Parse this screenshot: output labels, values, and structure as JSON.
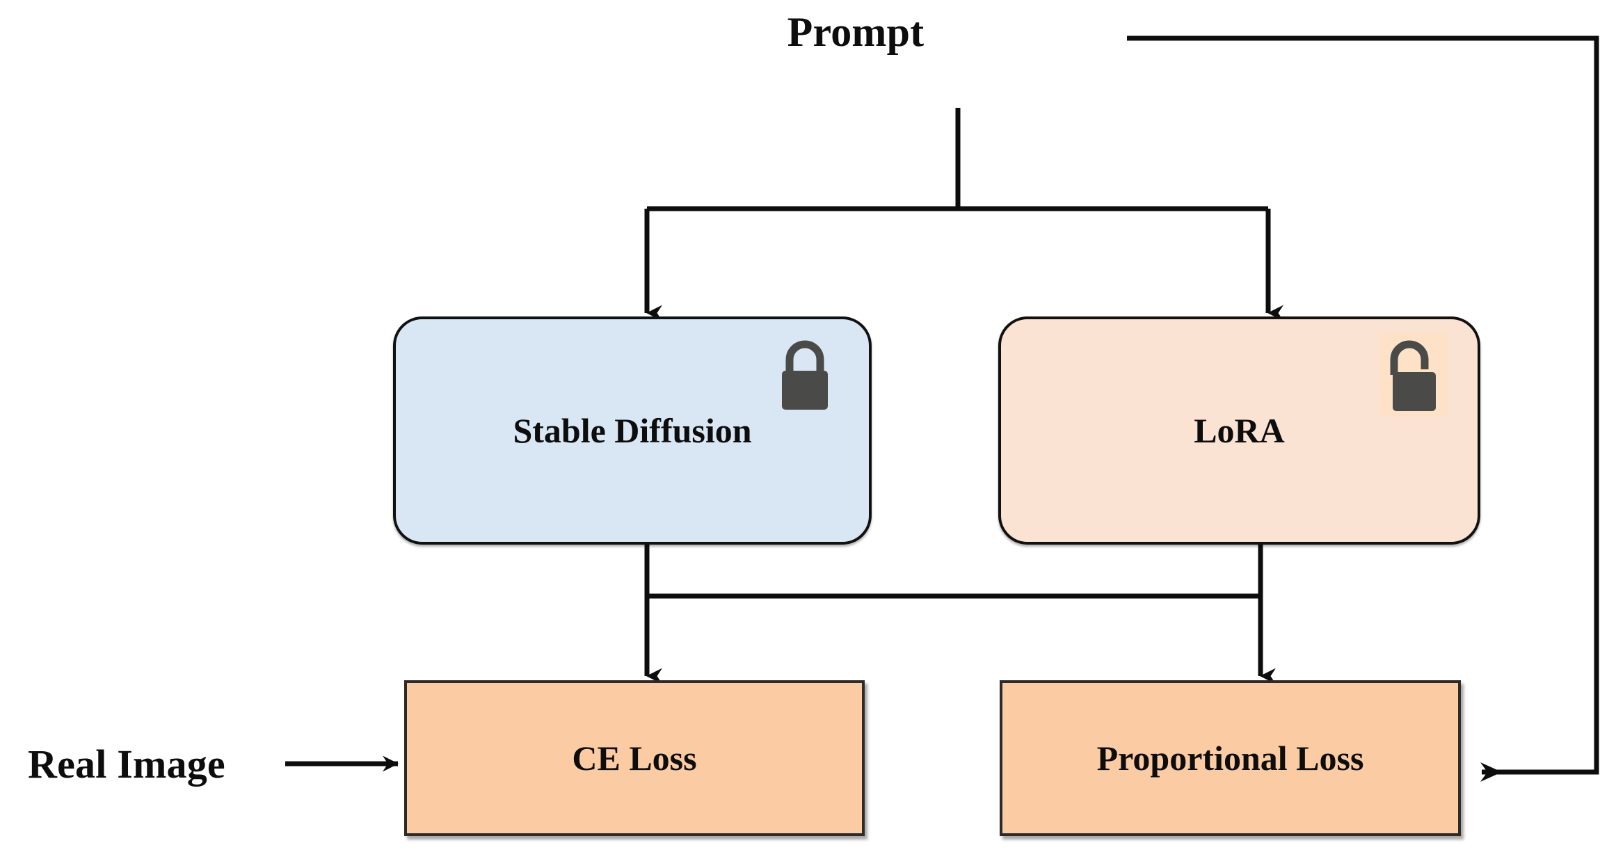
{
  "diagram": {
    "title": "LoRA fine-tuning loss diagram",
    "background": "#ffffff",
    "line_color": "#111111",
    "labels": {
      "prompt": "Prompt",
      "real_image": "Real Image"
    },
    "nodes": [
      {
        "id": "stable-diffusion",
        "label": "Stable Diffusion",
        "shape": "rounded-rect",
        "fill": "#d9e7f4",
        "stroke": "#111111",
        "badge": "lock-closed-icon",
        "badge_state": "locked",
        "badge_color": "#4a4a48"
      },
      {
        "id": "lora",
        "label": "LoRA",
        "shape": "rounded-rect",
        "fill": "#fbe3d3",
        "stroke": "#111111",
        "badge": "lock-open-icon",
        "badge_state": "unlocked",
        "badge_color": "#4a4a48"
      },
      {
        "id": "ce-loss",
        "label": "CE Loss",
        "shape": "rect",
        "fill": "#fbcba4",
        "stroke": "#2e2a28",
        "badge": null,
        "badge_state": null,
        "badge_color": null
      },
      {
        "id": "proportional-loss",
        "label": "Proportional Loss",
        "shape": "rect",
        "fill": "#fbcba4",
        "stroke": "#2e2a28",
        "badge": null,
        "badge_state": null,
        "badge_color": null
      }
    ],
    "edges": [
      {
        "id": "prompt-to-stable-diffusion",
        "from": "prompt",
        "to": "stable-diffusion",
        "arrow": "down"
      },
      {
        "id": "prompt-to-lora",
        "from": "prompt",
        "to": "lora",
        "arrow": "down"
      },
      {
        "id": "prompt-to-proportional-loss",
        "from": "prompt",
        "to": "proportional-loss",
        "arrow": "left"
      },
      {
        "id": "stable-diffusion-to-ce-loss",
        "from": "stable-diffusion",
        "to": "ce-loss",
        "arrow": "down"
      },
      {
        "id": "lora-to-proportional-loss",
        "from": "lora",
        "to": "proportional-loss",
        "arrow": "down"
      },
      {
        "id": "lora-to-ce-loss-crosslink",
        "from": "lora",
        "to": "ce-loss",
        "arrow": "none"
      },
      {
        "id": "real-image-to-ce-loss",
        "from": "real-image",
        "to": "ce-loss",
        "arrow": "right"
      }
    ]
  }
}
